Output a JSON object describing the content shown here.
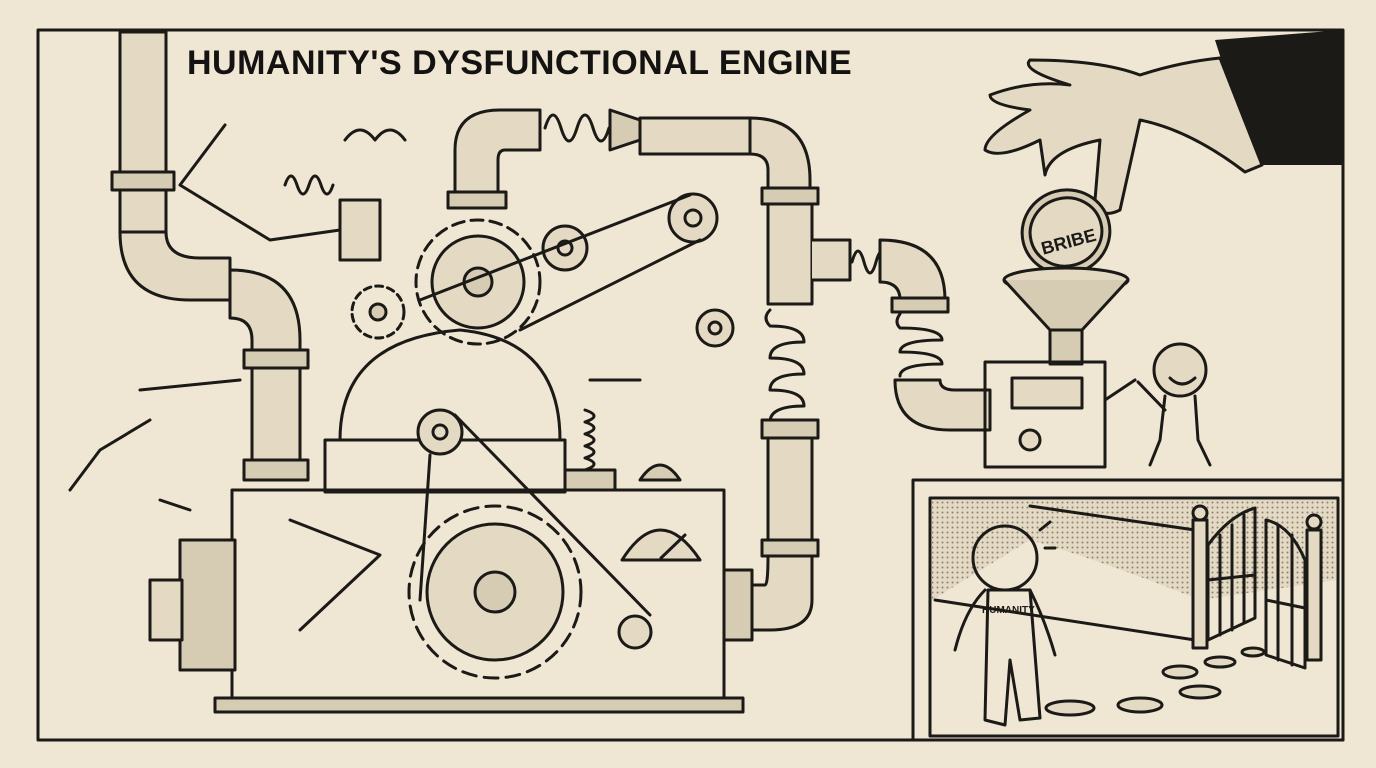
{
  "title": "HUMANITY'S DYSFUNCTIONAL ENGINE",
  "coin_label": "BRIBE",
  "figure_label": "HUMANITY",
  "colors": {
    "paper": "#efe6d3",
    "ink": "#1b1a17",
    "metal": "#d6cbb3",
    "suit": "#1b1a17"
  }
}
